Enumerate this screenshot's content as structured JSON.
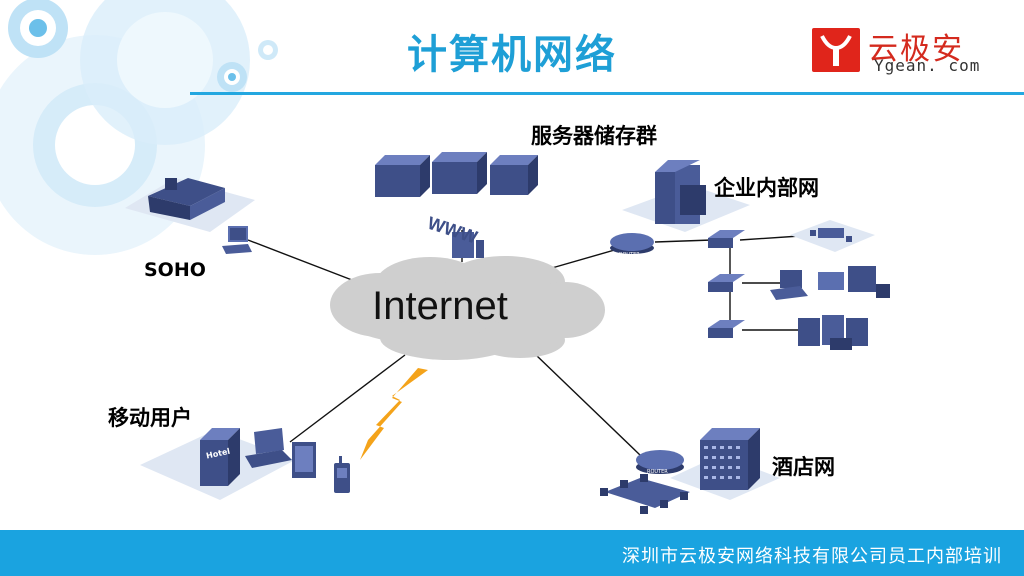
{
  "header": {
    "title": "计算机网络"
  },
  "logo": {
    "name_cn": "云极安",
    "domain": "Ygean. com",
    "brand_color": "#e0251b",
    "accent_color": "#1e9fd6"
  },
  "diagram": {
    "center_label": "Internet",
    "nodes": [
      {
        "id": "soho",
        "label": "SOHO"
      },
      {
        "id": "servers",
        "label": "服务器储存群"
      },
      {
        "id": "intranet",
        "label": "企业内部网"
      },
      {
        "id": "mobile",
        "label": "移动用户"
      },
      {
        "id": "hotel",
        "label": "酒店网"
      }
    ],
    "device_text": {
      "hotel_sign": "Hotel",
      "router": "ROUTER",
      "www": "WWW"
    }
  },
  "footer": {
    "text": "深圳市云极安网络科技有限公司员工内部培训"
  }
}
